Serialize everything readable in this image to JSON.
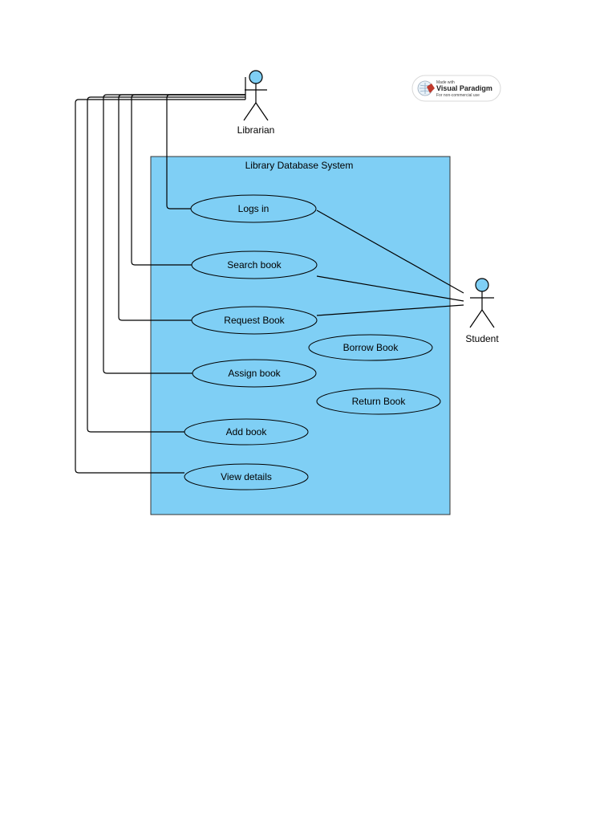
{
  "system": {
    "title": "Library Database System"
  },
  "actors": {
    "librarian": "Librarian",
    "student": "Student"
  },
  "use_cases": {
    "logs_in": "Logs in",
    "search_book": "Search book",
    "request_book": "Request Book",
    "borrow_book": "Borrow Book",
    "assign_book": "Assign book",
    "return_book": "Return Book",
    "add_book": "Add book",
    "view_details": "View details"
  },
  "badge": {
    "made_with": "Made with",
    "brand": "Visual Paradigm",
    "note": "For non-commercial use"
  },
  "colors": {
    "system_fill": "#7fcff5",
    "actor_head": "#7fcff5",
    "line": "#000000"
  }
}
